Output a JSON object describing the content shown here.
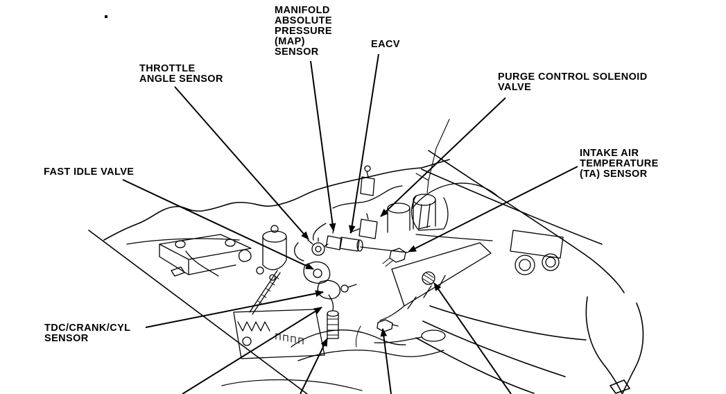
{
  "diagram": {
    "type": "engine-bay-component-callout-diagram",
    "ink_color": "#000000",
    "background_color": "#ffffff",
    "labels": [
      {
        "id": "manifold-absolute-pressure-map-sensor",
        "text": "MANIFOLD\nABSOLUTE\nPRESSURE\n(MAP)\nSENSOR"
      },
      {
        "id": "eacv",
        "text": "EACV"
      },
      {
        "id": "throttle-angle-sensor",
        "text": "THROTTLE\nANGLE SENSOR"
      },
      {
        "id": "purge-control-solenoid-valve",
        "text": "PURGE CONTROL SOLENOID\nVALVE"
      },
      {
        "id": "intake-air-temperature-ta-sensor",
        "text": "INTAKE AIR\nTEMPERATURE\n(TA) SENSOR"
      },
      {
        "id": "fast-idle-valve",
        "text": "FAST IDLE VALVE"
      },
      {
        "id": "tdc-crank-cyl-sensor",
        "text": "TDC/CRANK/CYL\nSENSOR"
      }
    ]
  }
}
